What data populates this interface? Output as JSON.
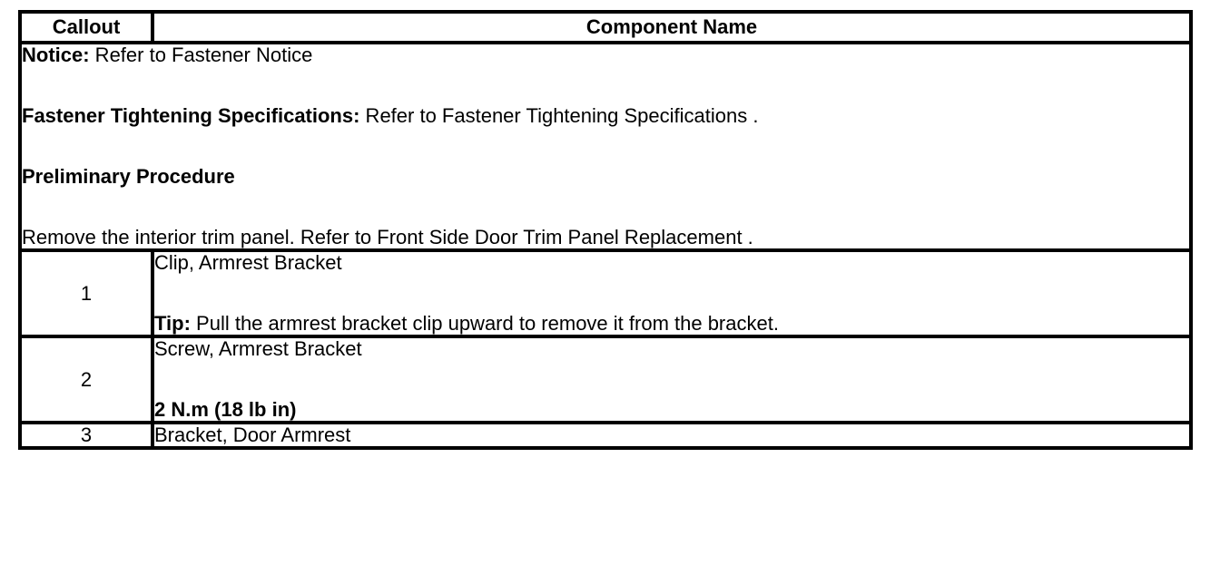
{
  "colors": {
    "background": "#ffffff",
    "border": "#000000",
    "text": "#000000"
  },
  "table": {
    "headers": {
      "callout": "Callout",
      "component": "Component Name"
    },
    "notice": {
      "notice_label": "Notice:",
      "notice_text": " Refer to Fastener Notice",
      "fastener_label": "Fastener Tightening Specifications:",
      "fastener_text": " Refer to Fastener Tightening Specifications .",
      "preliminary_label": "Preliminary Procedure",
      "preliminary_text": "Remove the interior trim panel. Refer to Front Side Door Trim Panel Replacement ."
    },
    "rows": [
      {
        "callout": "1",
        "name": "Clip, Armrest Bracket",
        "tip_label": "Tip:",
        "tip_text": " Pull the armrest bracket clip upward to remove it from the bracket."
      },
      {
        "callout": "2",
        "name": "Screw, Armrest Bracket",
        "torque": "2 N.m (18 lb in)"
      },
      {
        "callout": "3",
        "name": "Bracket, Door Armrest"
      }
    ]
  }
}
